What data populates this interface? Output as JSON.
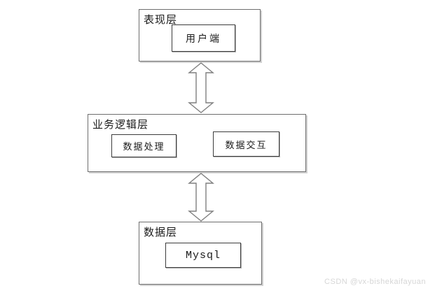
{
  "diagram": {
    "layers": [
      {
        "label": "表现层",
        "children": [
          {
            "label": "用户端"
          }
        ]
      },
      {
        "label": "业务逻辑层",
        "children": [
          {
            "label": "数据处理"
          },
          {
            "label": "数据交互"
          }
        ]
      },
      {
        "label": "数据层",
        "children": [
          {
            "label": "Mysql"
          }
        ]
      }
    ],
    "connectors": [
      {
        "from": "表现层",
        "to": "业务逻辑层",
        "type": "double-arrow"
      },
      {
        "from": "业务逻辑层",
        "to": "数据层",
        "type": "double-arrow"
      }
    ]
  },
  "watermark": {
    "text": "CSDN @vx-bishekaifayuan"
  },
  "colors": {
    "background": "#ffffff",
    "layer_border": "#6e6e6e",
    "node_border": "#3c3c3c",
    "arrow_outline": "#7f7f7f",
    "arrow_fill": "#ffffff",
    "watermark_text": "#d6d6d6"
  }
}
